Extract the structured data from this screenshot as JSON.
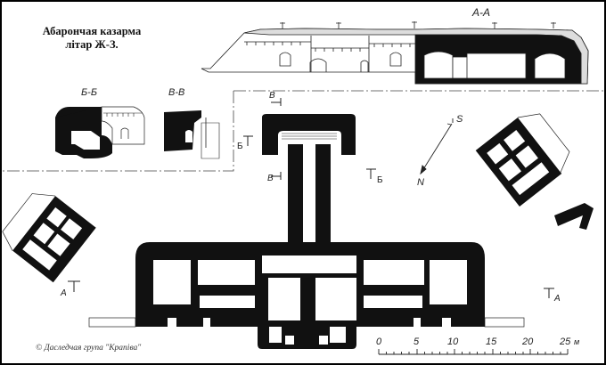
{
  "title": {
    "line1": "Абарончая казарма",
    "line2": "літар Ж-З."
  },
  "sections": {
    "aa": "А-А",
    "bb": "Б-Б",
    "vv": "В-В"
  },
  "cut_markers": {
    "v_top": "В",
    "v_bottom": "В",
    "b_left": "Б",
    "b_right": "Б",
    "a_left": "А",
    "a_right": "А"
  },
  "compass": {
    "south": "S",
    "north": "N"
  },
  "scale_bar": {
    "ticks": [
      "0",
      "5",
      "10",
      "15",
      "20",
      "25"
    ],
    "unit": "м"
  },
  "copyright": "© Даследчая група \"Крапіва\"",
  "colors": {
    "ink": "#111111",
    "paper": "#ffffff",
    "frame": "#000000"
  }
}
